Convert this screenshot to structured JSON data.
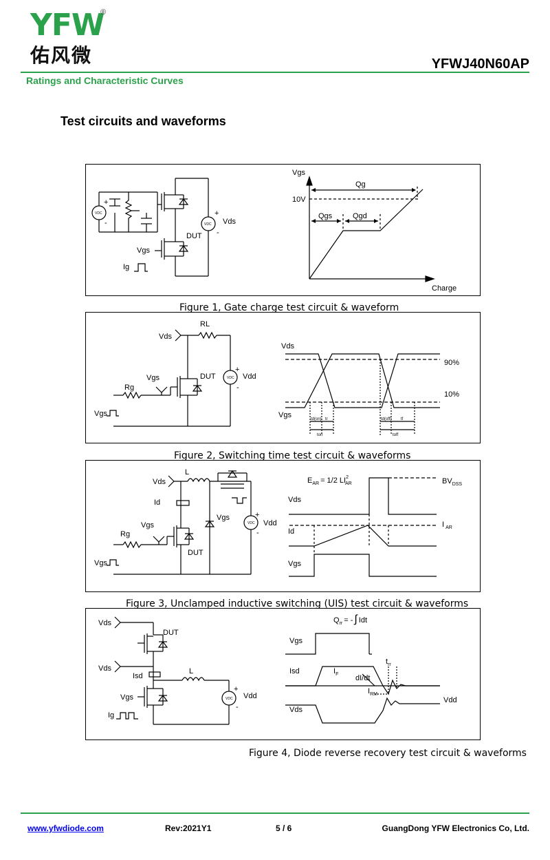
{
  "header": {
    "logo_text": "YFW",
    "logo_cn": "佑风微",
    "registered": "®",
    "part_number": "YFWJ40N60AP",
    "subtitle": "Ratings and Characteristic Curves"
  },
  "section_title": "Test circuits and waveforms",
  "figures": [
    {
      "caption": "Figure 1, Gate charge test circuit & waveform",
      "labels": {
        "vgs_axis": "Vgs",
        "charge_axis": "Charge",
        "qg": "Qg",
        "qgs": "Qgs",
        "qgd": "Qgd",
        "v10": "10V",
        "vds": "Vds",
        "dut": "DUT",
        "vgs": "Vgs",
        "ig": "Ig",
        "vdc": "VDC",
        "plus": "+",
        "minus": "-"
      }
    },
    {
      "caption": "Figure 2, Switching time test circuit & waveforms",
      "labels": {
        "vds": "Vds",
        "rl": "RL",
        "vgs": "Vgs",
        "dut": "DUT",
        "rg": "Rg",
        "vdd": "Vdd",
        "vgs_in": "Vgs",
        "w_vds": "Vds",
        "w_vgs": "Vgs",
        "p90": "90%",
        "p10": "10%",
        "tdon": "td(on)",
        "tr": "tr",
        "ton": "ton",
        "tdoff": "td(off)",
        "tf": "tf",
        "toff": "toff",
        "vdc": "VDC",
        "plus": "+",
        "minus": "-"
      }
    },
    {
      "caption": "Figure 3, Unclamped inductive switching (UIS) test circuit & waveforms",
      "labels": {
        "vds": "Vds",
        "l": "L",
        "id": "Id",
        "vgs_pulse": "Vgs",
        "vdd": "Vdd",
        "rg": "Rg",
        "vgs": "Vgs",
        "dut": "DUT",
        "vgs_in": "Vgs",
        "ear_main": "E",
        "ear_sub": "AR",
        "ear_eq": "= 1/2 LI",
        "ear_exp": "2",
        "ear_sub2": "AR",
        "bv_main": "BV",
        "bv_sub": "DSS",
        "iar_main": "I",
        "iar_sub": "AR",
        "w_vds": "Vds",
        "w_id": "Id",
        "w_vgs": "Vgs",
        "vdc": "VDC",
        "plus": "+",
        "minus": "-"
      }
    },
    {
      "caption": "Figure 4, Diode reverse recovery test circuit & waveforms",
      "labels": {
        "vds_top": "Vds",
        "dut": "DUT",
        "vds_mid": "Vds",
        "isd": "Isd",
        "l": "L",
        "vgs": "Vgs",
        "vdd": "Vdd",
        "ig": "Ig",
        "qrr_main": "Q",
        "qrr_sub": "rr",
        "qrr_eq": "= -",
        "qrr_int": "Idt",
        "w_vgs": "Vgs",
        "w_isd": "Isd",
        "if_main": "I",
        "if_sub": "F",
        "didt": "dI/dt",
        "trr_main": "t",
        "trr_sub": "rr",
        "irm_main": "I",
        "irm_sub": "RM",
        "w_vds": "Vds",
        "w_vdd": "Vdd",
        "vdc": "VDC",
        "plus": "+",
        "minus": "-"
      }
    }
  ],
  "footer": {
    "website": "www.yfwdiode.com",
    "revision": "Rev:2021Y1",
    "page": "5 / 6",
    "company": "GuangDong YFW Electronics Co, Ltd."
  }
}
